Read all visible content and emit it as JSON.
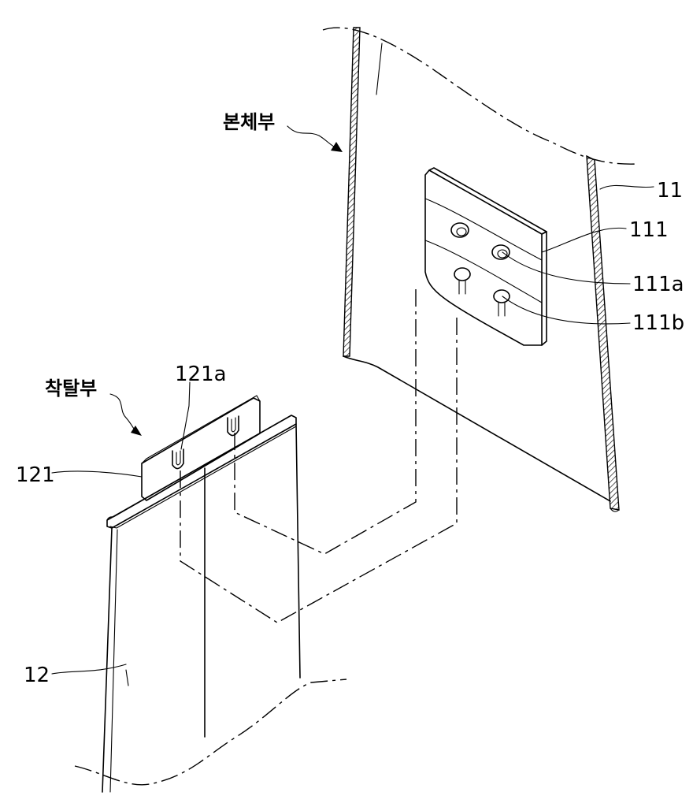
{
  "labels": {
    "body_part": "본체부",
    "detach_part": "착탈부",
    "ref_11": "11",
    "ref_111": "111",
    "ref_111a": "111a",
    "ref_111b": "111b",
    "ref_12": "12",
    "ref_121": "121",
    "ref_121a": "121a"
  }
}
